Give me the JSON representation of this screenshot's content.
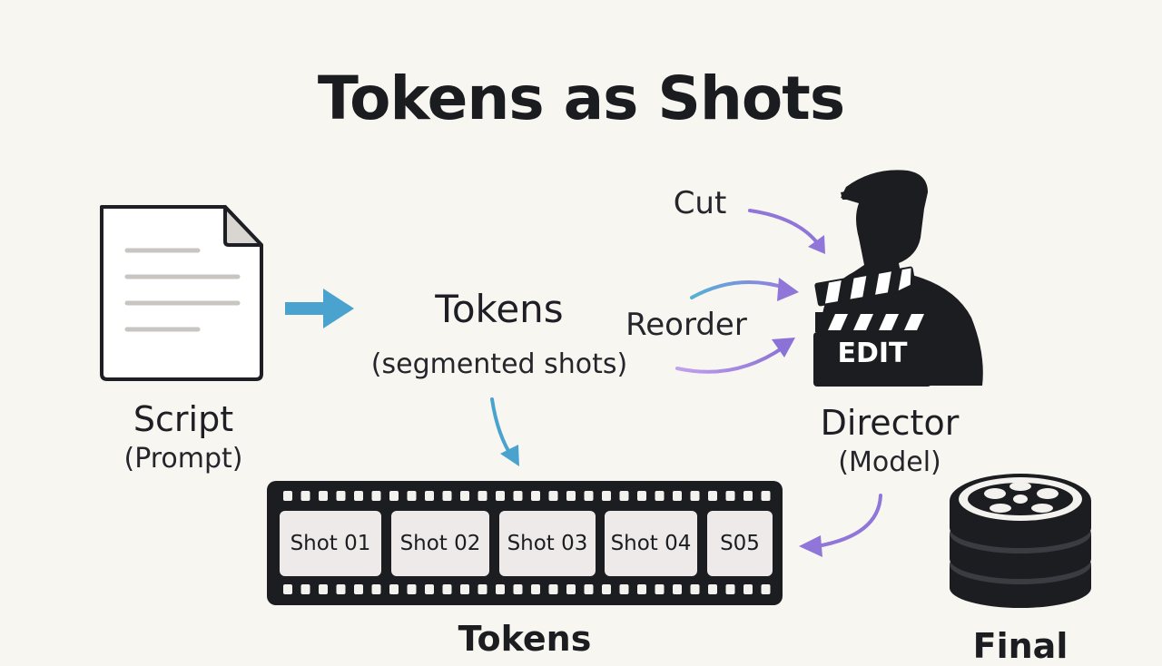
{
  "title": "Tokens as Shots",
  "script_node": {
    "label": "Script",
    "sublabel": "(Prompt)"
  },
  "tokens_node": {
    "label": "Tokens",
    "sublabel": "(segmented shots)"
  },
  "director_node": {
    "label": "Director",
    "sublabel": "(Model)",
    "clapboard_text": "EDIT"
  },
  "edit_ops": {
    "cut": "Cut",
    "reorder": "Reorder"
  },
  "filmstrip": {
    "label": "Tokens",
    "frames": [
      "Shot 01",
      "Shot 02",
      "Shot 03",
      "Shot 04",
      "S05"
    ]
  },
  "final_node": {
    "label": "Final"
  },
  "colors": {
    "blue_arrow": "#4aa3cf",
    "purple_arrow": "#8f76d8",
    "dark": "#1b1d21",
    "background": "#f8f6f1"
  },
  "icons": [
    "document-icon",
    "arrow-right-icon",
    "director-icon",
    "clapboard-icon",
    "film-reel-icon",
    "filmstrip-icon"
  ]
}
